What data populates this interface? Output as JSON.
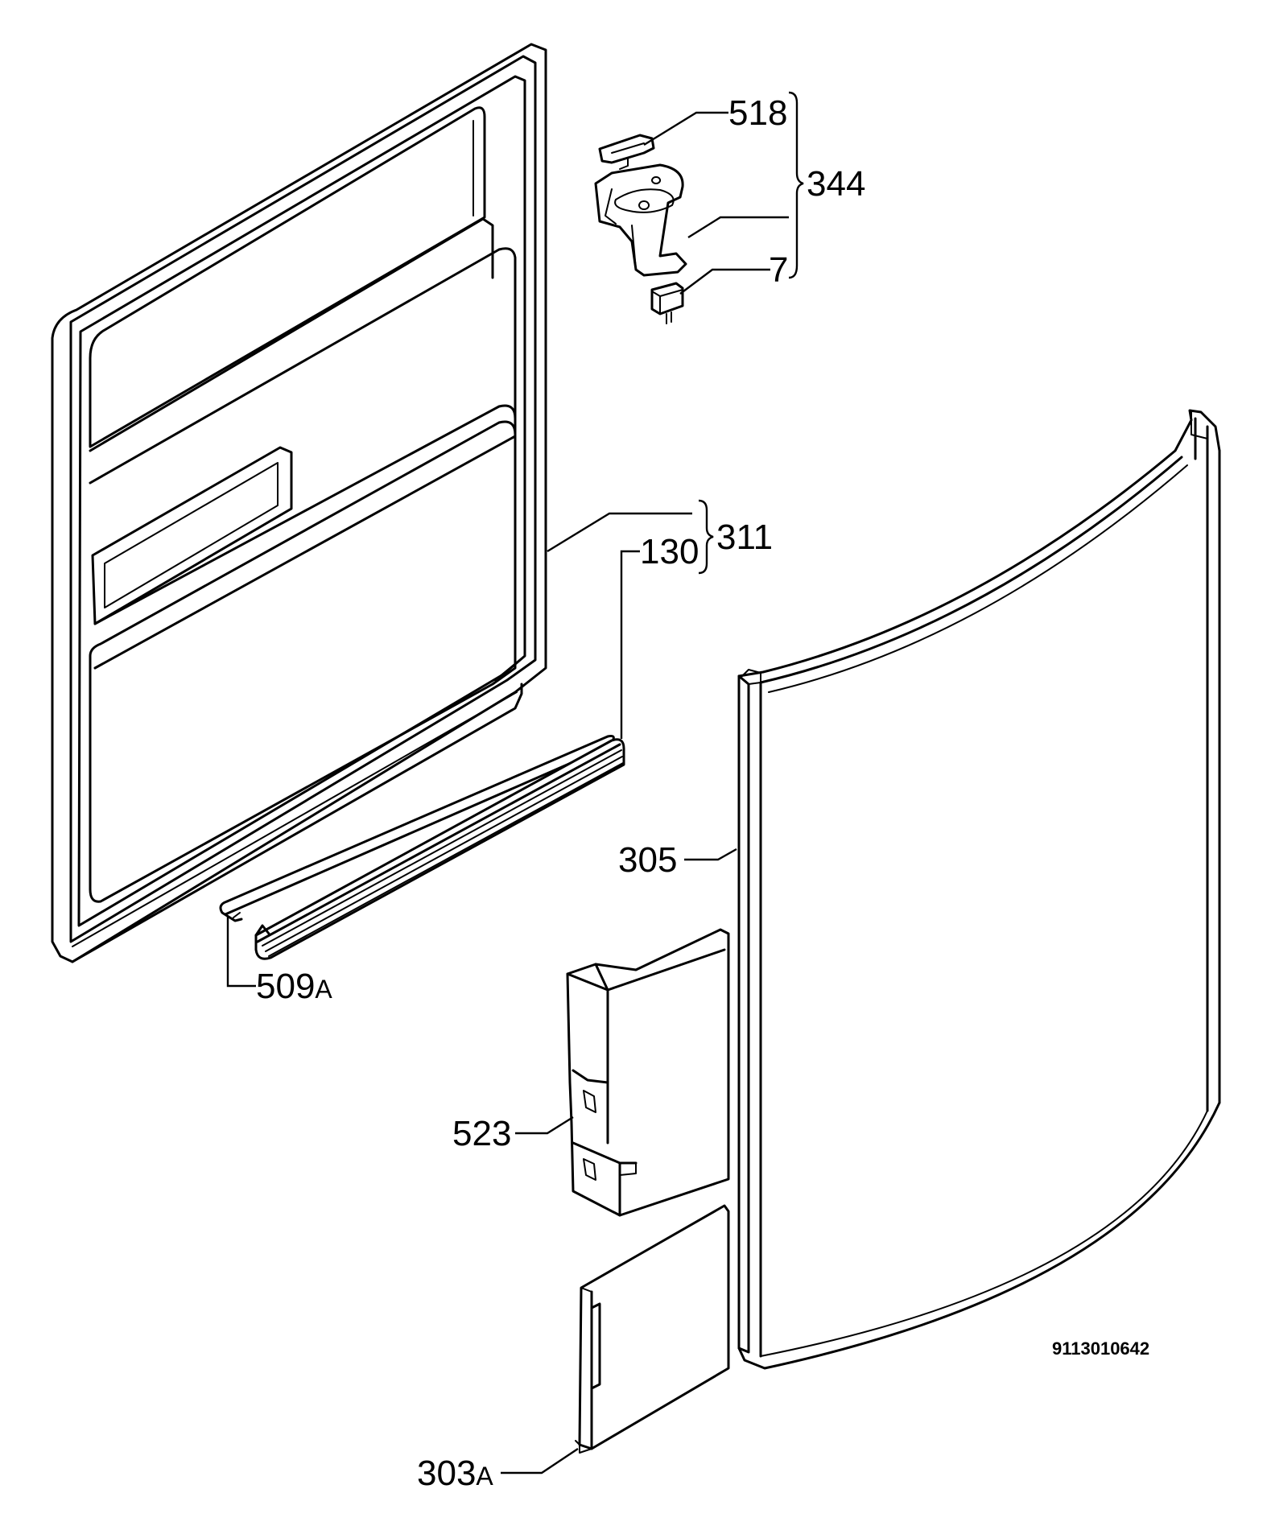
{
  "labels": {
    "p518": "518",
    "p344": "344",
    "p7": "7",
    "p311": "311",
    "p130": "130",
    "p305": "305",
    "p509": "509",
    "p509_suffix": "A",
    "p523": "523",
    "p303": "303",
    "p303_suffix": "A"
  },
  "document_number": "9113010642"
}
